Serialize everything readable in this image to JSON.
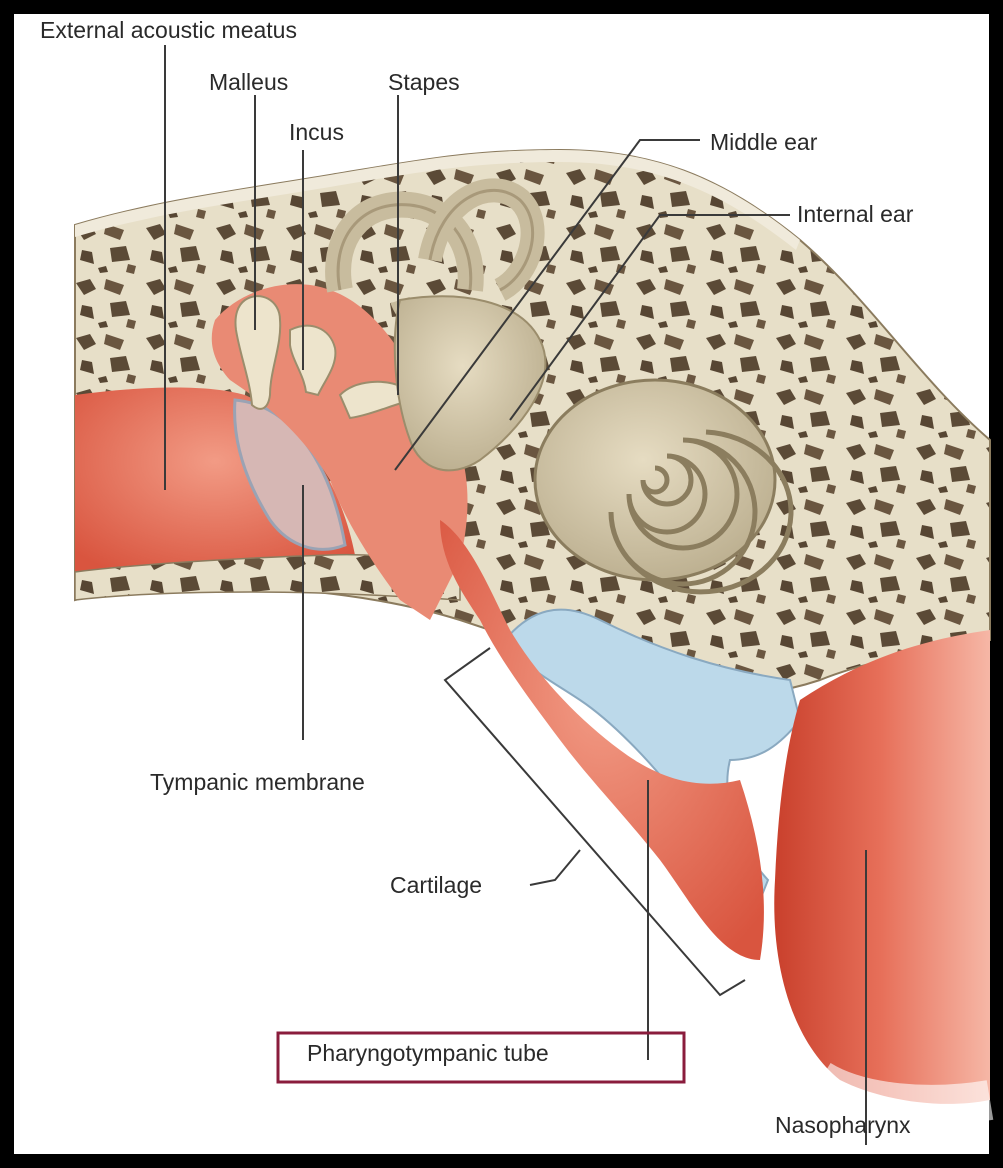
{
  "labels": {
    "external_acoustic_meatus": "External acoustic meatus",
    "malleus": "Malleus",
    "stapes": "Stapes",
    "incus": "Incus",
    "middle_ear": "Middle ear",
    "internal_ear": "Internal ear",
    "tympanic_membrane": "Tympanic membrane",
    "cartilage": "Cartilage",
    "pharyngotympanic_tube": "Pharyngotympanic tube",
    "nasopharynx": "Nasopharynx"
  },
  "highlight_label": "pharyngotympanic_tube",
  "colors": {
    "frame": "#000000",
    "background": "#ffffff",
    "bone": "#e7dfc8",
    "bone_pores": "#5b4a36",
    "soft_tissue": "#e4705c",
    "soft_tissue_light": "#f29b85",
    "cartilage": "#bcd9ea",
    "tympanic_membrane": "#d6b7b4",
    "labyrinth": "#cfc4a8",
    "highlight_box": "#8a1c3c"
  }
}
